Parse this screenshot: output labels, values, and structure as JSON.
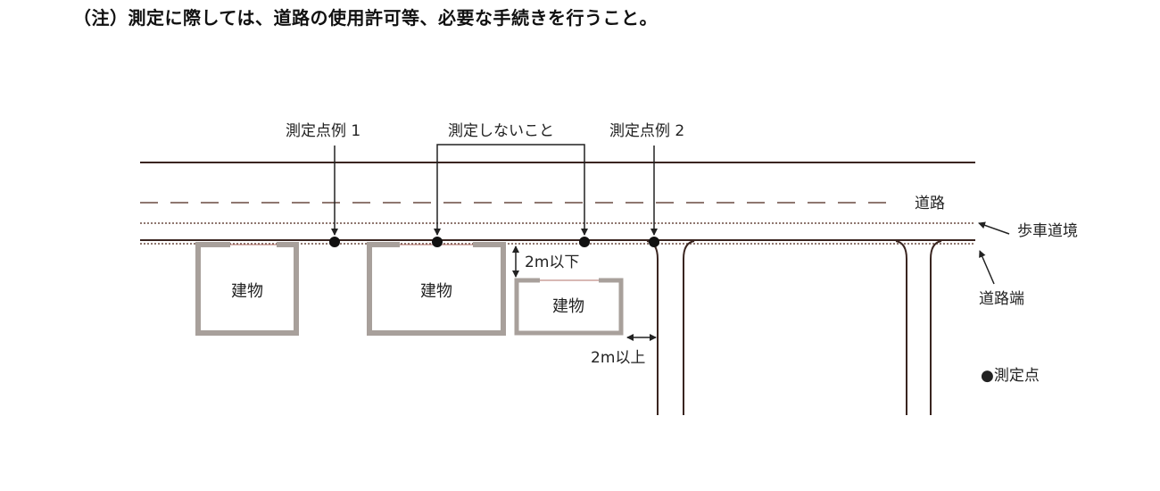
{
  "note": "（注）測定に際しては、道路の使用許可等、必要な手続きを行うこと。",
  "labels": {
    "point_example_1": "測定点例 1",
    "do_not_measure": "測定しないこと",
    "point_example_2": "測定点例 2",
    "road": "道路",
    "sidewalk_boundary": "歩車道境",
    "road_edge": "道路端",
    "measurement_point_legend": "●測定点",
    "within_2m": "2m以下",
    "over_2m": "2m以上",
    "building": "建物"
  },
  "colors": {
    "line": "#3a2520",
    "building_wall": "#a8a09b",
    "dot": "#111111"
  }
}
